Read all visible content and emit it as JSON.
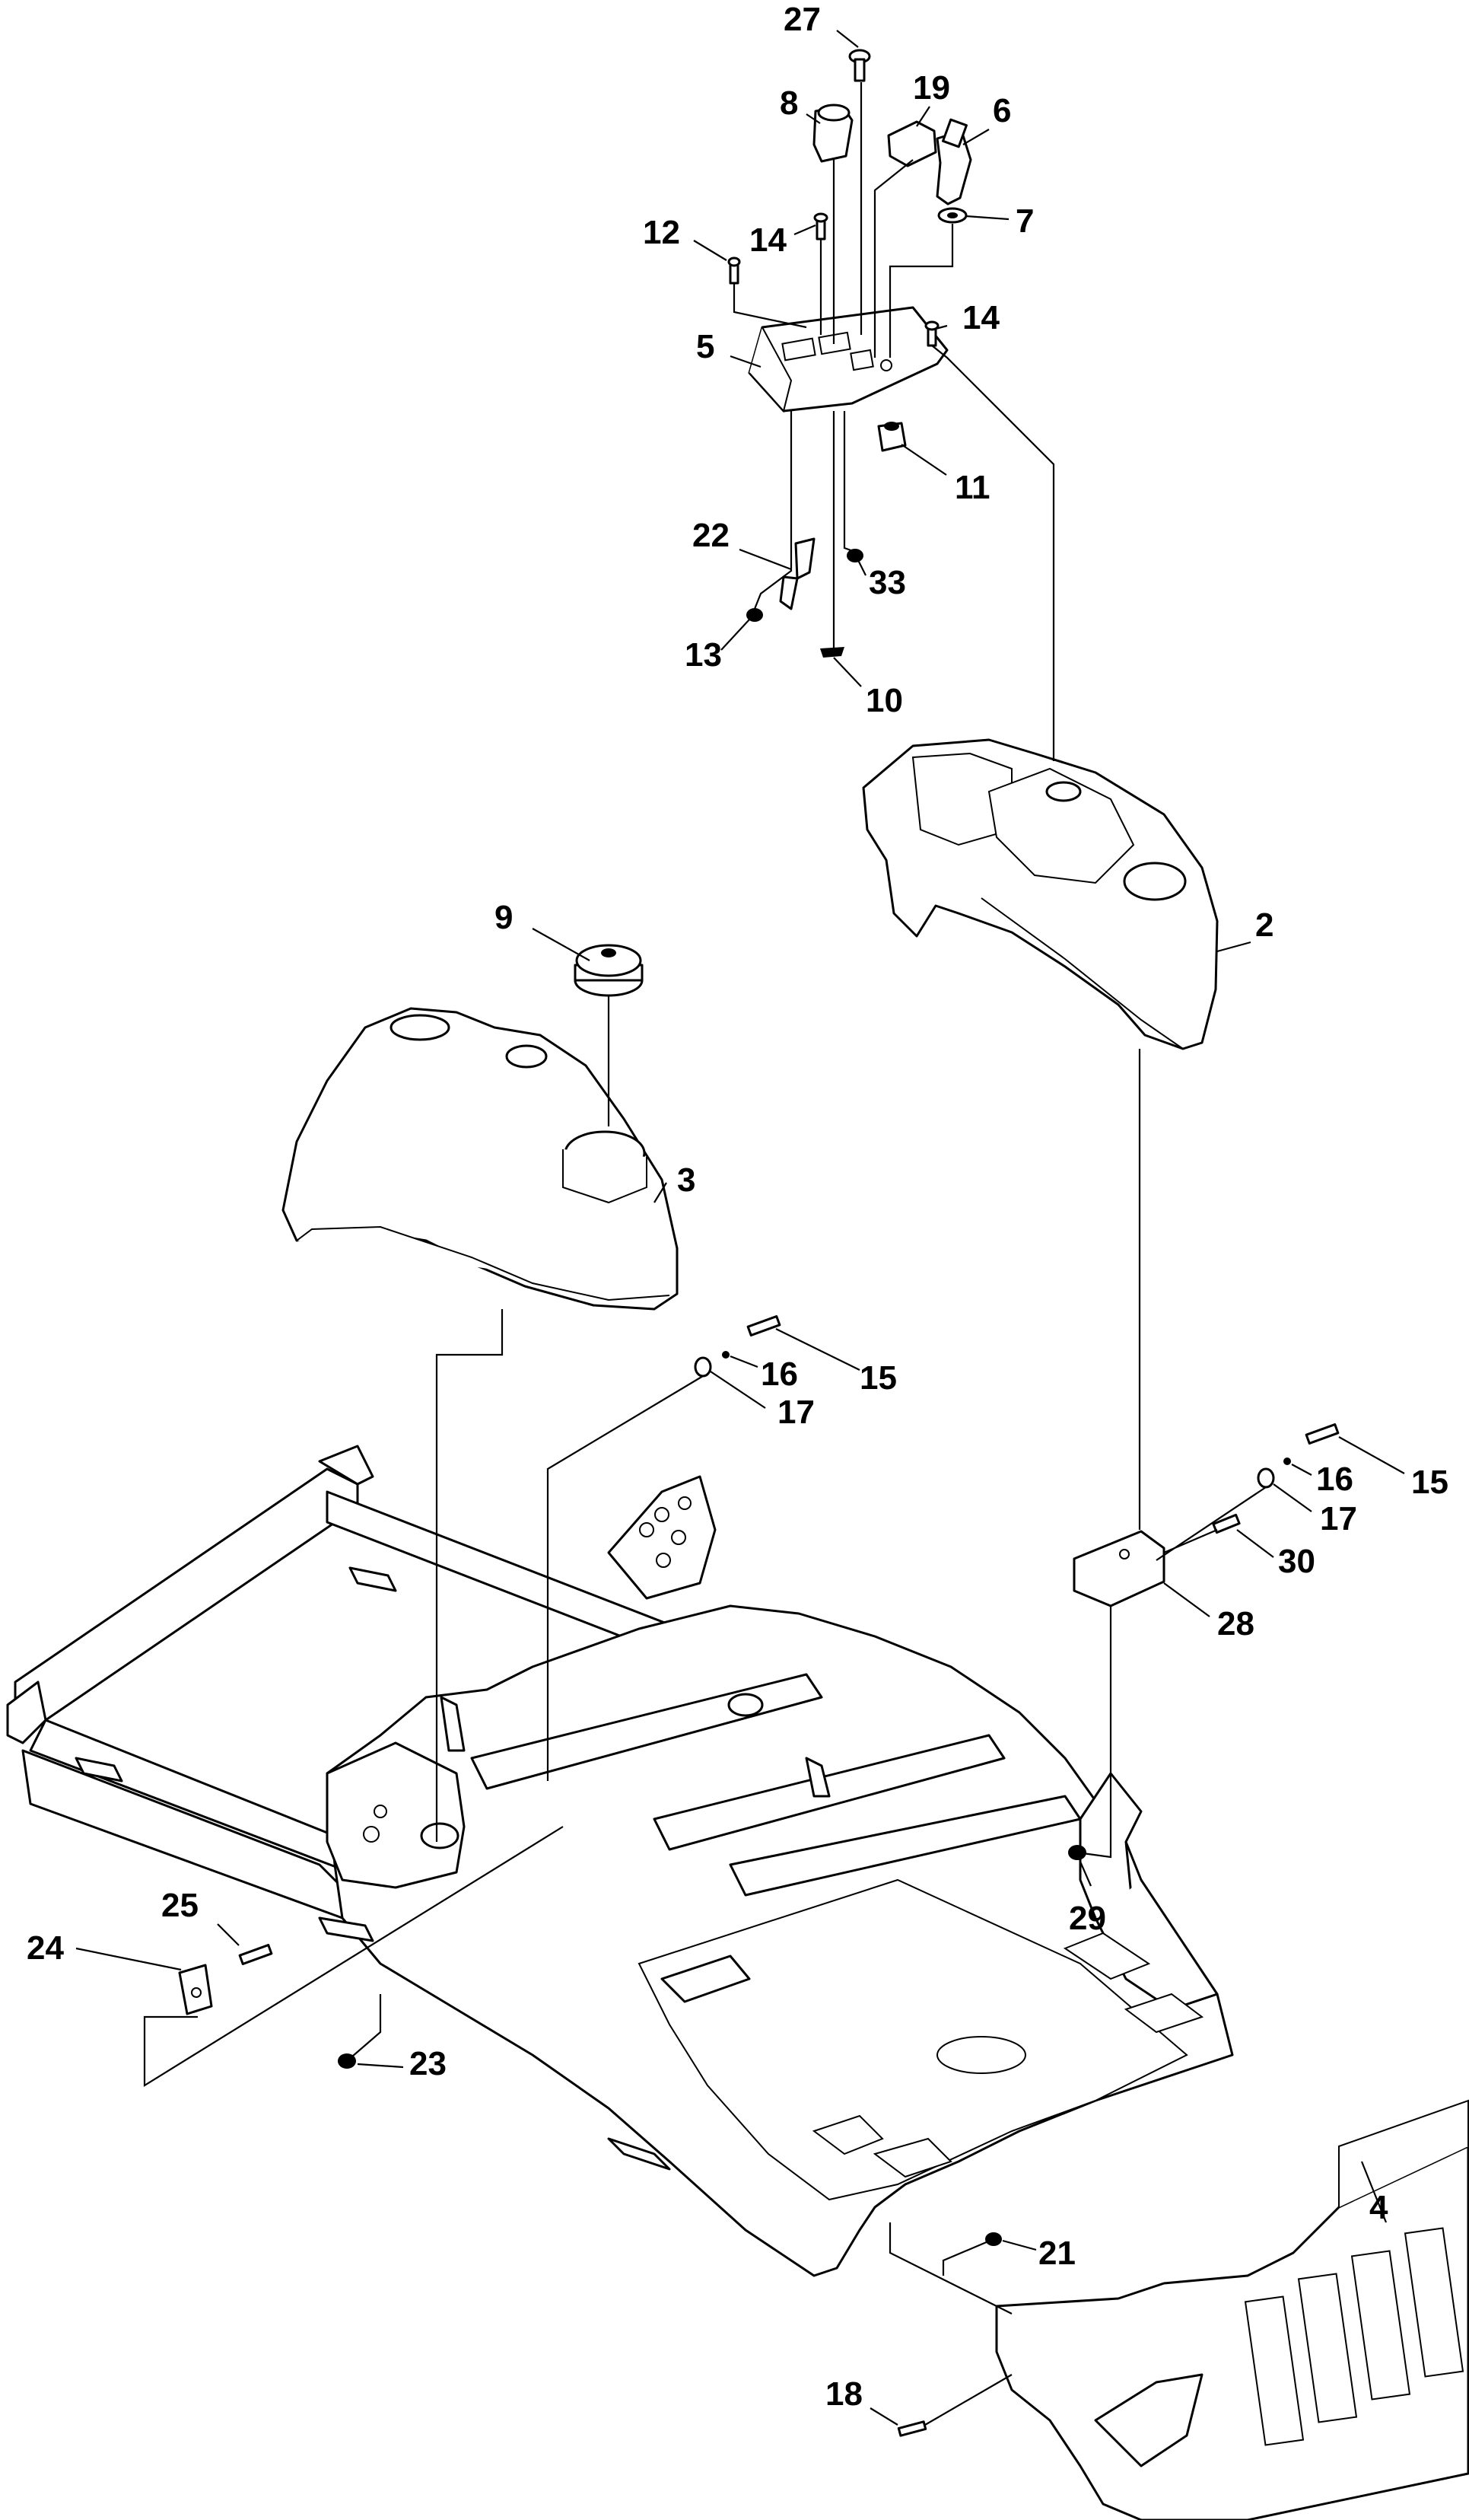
{
  "diagram": {
    "type": "exploded-parts-view",
    "callouts": [
      "27",
      "8",
      "19",
      "6",
      "12",
      "14",
      "7",
      "14",
      "5",
      "11",
      "22",
      "33",
      "13",
      "10",
      "9",
      "2",
      "3",
      "16",
      "15",
      "17",
      "16",
      "15",
      "17",
      "30",
      "28",
      "29",
      "25",
      "24",
      "23",
      "4",
      "21",
      "18"
    ]
  }
}
